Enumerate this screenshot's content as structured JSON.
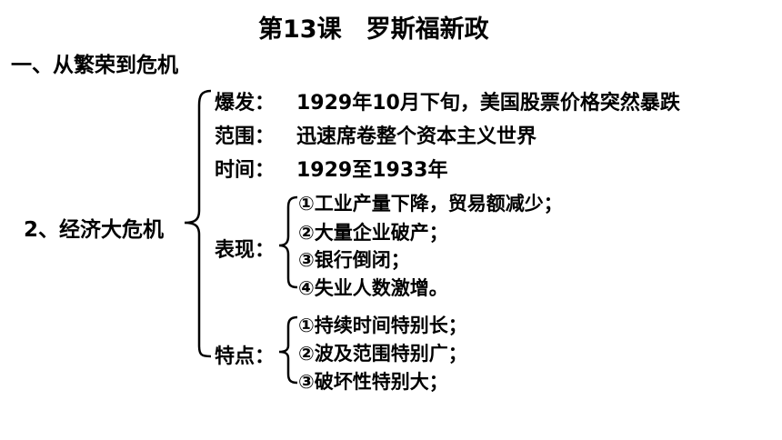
{
  "title": "第13课　罗斯福新政",
  "section1": "一、从繁荣到危机",
  "subtopic": "2、经济大危机",
  "rows": {
    "outbreak": {
      "label": "爆发：",
      "value": "1929年10月下旬，美国股票价格突然暴跌"
    },
    "scope": {
      "label": "范围：",
      "value": "迅速席卷整个资本主义世界"
    },
    "time": {
      "label": "时间：",
      "value": "1929至1933年"
    },
    "manifest": {
      "label": "表现：",
      "items": [
        "①工业产量下降，贸易额减少；",
        "②大量企业破产；",
        "③银行倒闭；",
        "④失业人数激增。"
      ]
    },
    "features": {
      "label": "特点：",
      "items": [
        "①持续时间特别长；",
        "②波及范围特别广；",
        "③破坏性特别大；"
      ]
    }
  }
}
